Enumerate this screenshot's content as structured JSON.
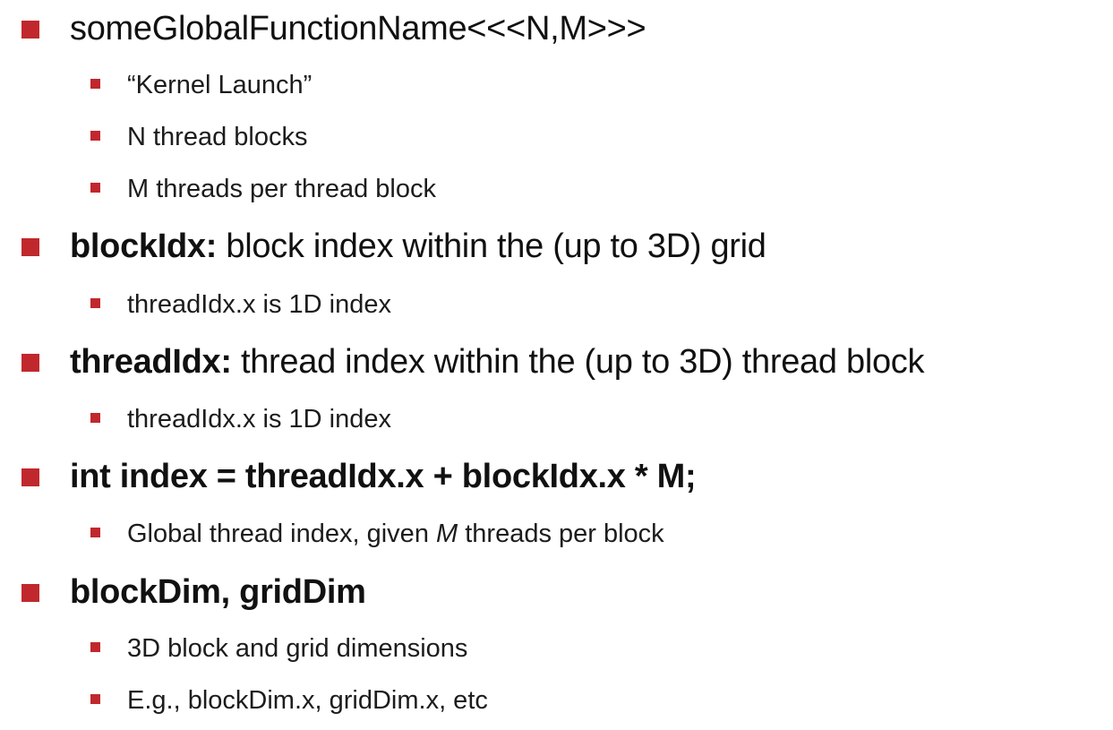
{
  "colors": {
    "bullet": "#c0282d",
    "text": "#111111"
  },
  "items": [
    {
      "text": "someGlobalFunctionName<<<N,M>>>",
      "sub": [
        "“Kernel Launch”",
        "N thread blocks",
        "M threads per thread block"
      ]
    },
    {
      "term": "blockIdx:",
      "rest": " block index within the (up to 3D) grid",
      "sub": [
        "threadIdx.x is 1D index"
      ]
    },
    {
      "term": "threadIdx:",
      "rest": " thread index within the (up to 3D) thread block",
      "sub": [
        "threadIdx.x is 1D index"
      ]
    },
    {
      "term": "int index = threadIdx.x + blockIdx.x * M;",
      "sub_parts": {
        "before": "Global thread index, given ",
        "italic": "M",
        "after": " threads per block"
      }
    },
    {
      "term": "blockDim, gridDim",
      "sub": [
        "3D block and grid dimensions",
        "E.g., blockDim.x, gridDim.x, etc"
      ]
    }
  ]
}
